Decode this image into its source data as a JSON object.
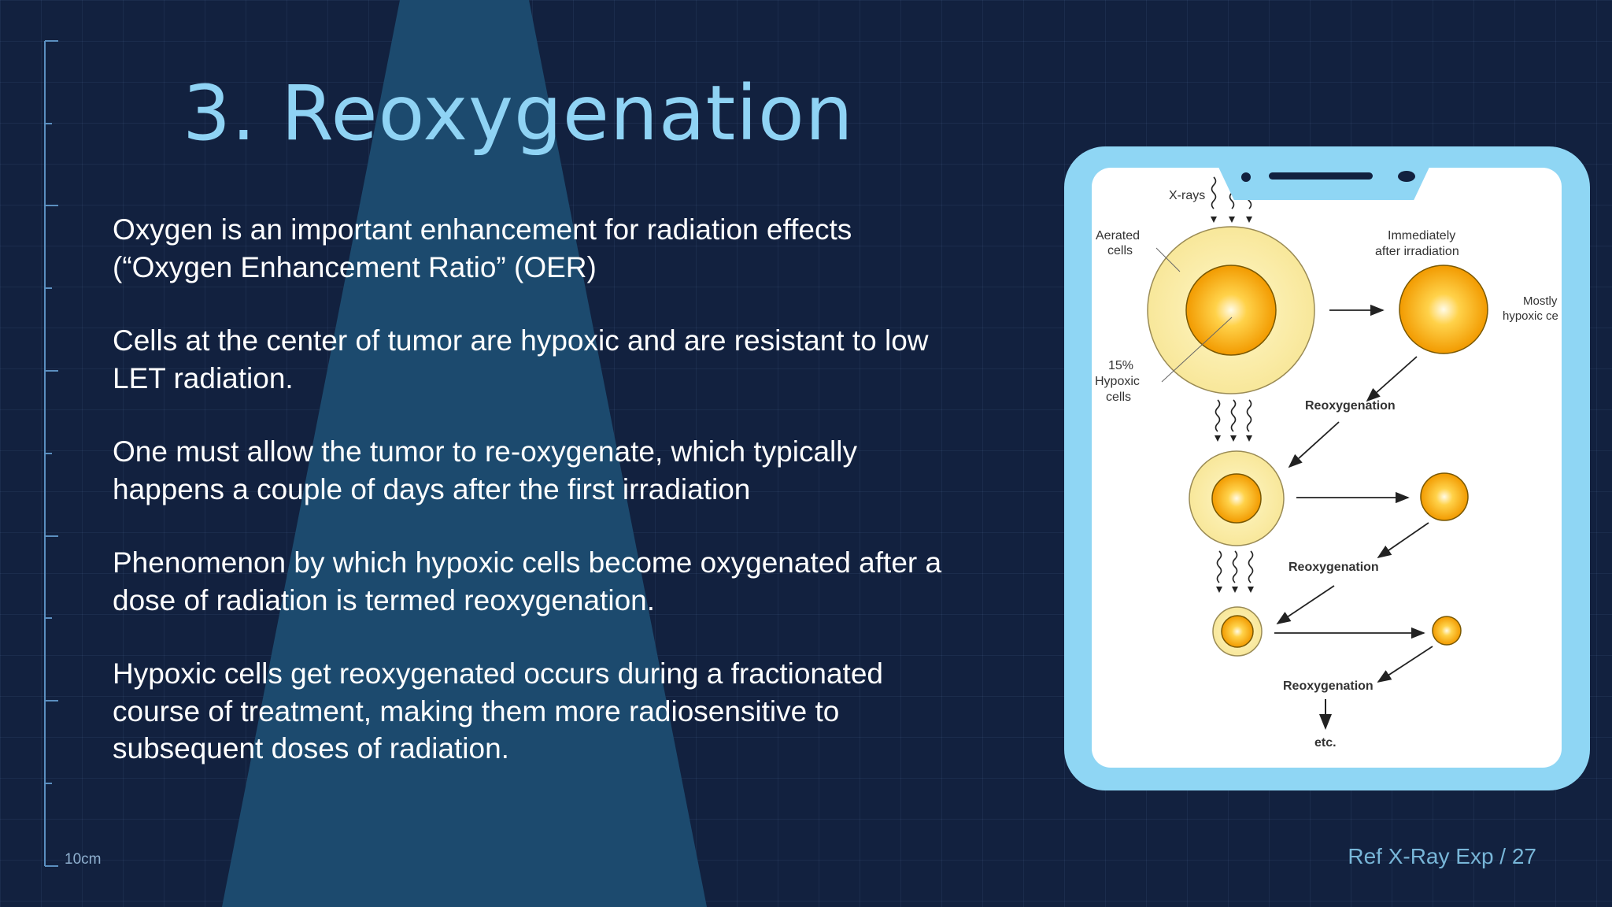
{
  "slide": {
    "title": "3. Reoxygenation",
    "bullets": [
      "Oxygen is an important enhancement for radiation effects (“Oxygen Enhancement Ratio” (OER)",
      "Cells at the center of tumor are hypoxic and are resistant to low LET radiation.",
      "One must allow the tumor to re-oxygenate, which typically happens a couple of days after the first irradiation",
      "Phenomenon by which hypoxic cells become oxygenated after  a dose of radiation is termed reoxygenation.",
      "Hypoxic cells get reoxygenated occurs during a fractionated course of treatment, making them more radiosensitive to subsequent doses of radiation."
    ],
    "ruler_label": "10cm",
    "footer": "Ref X-Ray Exp /  27"
  },
  "diagram": {
    "xrays": "X-rays",
    "aerated_line1": "Aerated",
    "aerated_line2": "cells",
    "hypoxic_line1": "15%",
    "hypoxic_line2": "Hypoxic",
    "hypoxic_line3": "cells",
    "immediately_line1": "Immediately",
    "immediately_line2": "after irradiation",
    "mostly_line1": "Mostly",
    "mostly_line2": "hypoxic ce",
    "reoxygenation_1": "Reoxygenation",
    "reoxygenation_2": "Reoxygenation",
    "reoxygenation_3": "Reoxygenation",
    "etc": "etc."
  },
  "colors": {
    "background": "#12213f",
    "beam": "#1c4a6e",
    "title": "#8fd3f4",
    "phone_frame": "#8fd6f4",
    "footer": "#78b6d8"
  }
}
